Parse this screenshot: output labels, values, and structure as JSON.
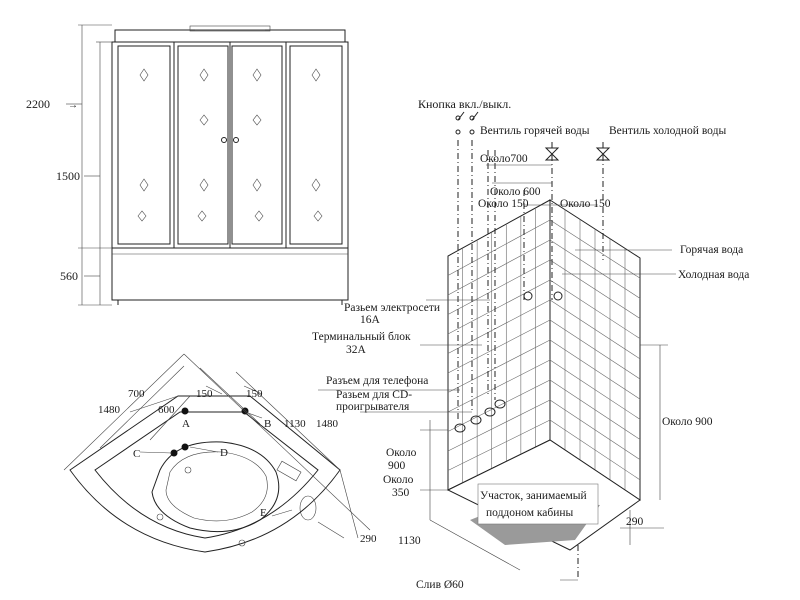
{
  "front_view": {
    "dims": [
      "2200",
      "1500",
      "560"
    ]
  },
  "plan_view": {
    "dims": [
      "700",
      "1480",
      "600",
      "150",
      "150",
      "1130",
      "1480",
      "290"
    ],
    "points": [
      "A",
      "B",
      "C",
      "D",
      "E"
    ]
  },
  "corner_view": {
    "labels": {
      "button": "Кнопка вкл./выкл.",
      "hot_valve": "Вентиль горячей воды",
      "cold_valve": "Вентиль холодной  воды",
      "approx700": "Около700",
      "approx600": "Около 600",
      "approx150_left": "Около 150",
      "approx150_right": "Около 150",
      "hot_water": "Горячая вода",
      "cold_water": "Холодная вода",
      "socket_line1": "Разьем электросети",
      "socket_line2": "16А",
      "terminal_line1": "Терминальный блок",
      "terminal_line2": "32А",
      "phone": "Разъем для телефона",
      "cd_line1": "Разьем для CD-",
      "cd_line2": "проигрывателя",
      "approx900_left_1": "Около",
      "approx900_left_2": "900",
      "approx350_1": "Около",
      "approx350_2": "350",
      "approx900_right": "Около 900",
      "floor_line1": "Участок, занимаемый",
      "floor_line2": "поддоном кабины",
      "dim1130": "1130",
      "dim290": "290",
      "drain": "Слив Ø60"
    }
  }
}
